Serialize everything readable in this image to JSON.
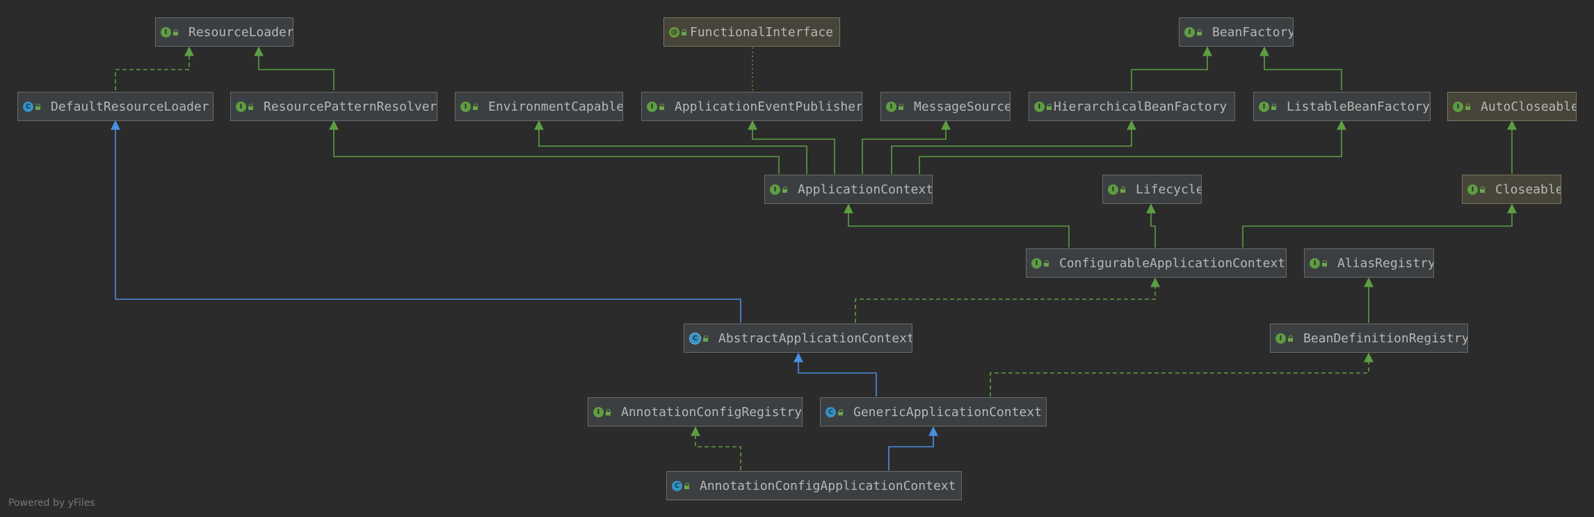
{
  "nodes": {
    "resource_loader": {
      "label": "ResourceLoader",
      "kind": "I"
    },
    "functional_interface": {
      "label": "FunctionalInterface",
      "kind": "@"
    },
    "bean_factory": {
      "label": "BeanFactory",
      "kind": "I"
    },
    "default_resource_loader": {
      "label": "DefaultResourceLoader",
      "kind": "C"
    },
    "resource_pattern_resolver": {
      "label": "ResourcePatternResolver",
      "kind": "I"
    },
    "environment_capable": {
      "label": "EnvironmentCapable",
      "kind": "I"
    },
    "application_event_publisher": {
      "label": "ApplicationEventPublisher",
      "kind": "I"
    },
    "message_source": {
      "label": "MessageSource",
      "kind": "I"
    },
    "hierarchical_bean_factory": {
      "label": "HierarchicalBeanFactory",
      "kind": "I"
    },
    "listable_bean_factory": {
      "label": "ListableBeanFactory",
      "kind": "I"
    },
    "auto_closeable": {
      "label": "AutoCloseable",
      "kind": "I"
    },
    "application_context": {
      "label": "ApplicationContext",
      "kind": "I"
    },
    "lifecycle": {
      "label": "Lifecycle",
      "kind": "I"
    },
    "closeable": {
      "label": "Closeable",
      "kind": "I"
    },
    "configurable_application_context": {
      "label": "ConfigurableApplicationContext",
      "kind": "I"
    },
    "alias_registry": {
      "label": "AliasRegistry",
      "kind": "I"
    },
    "abstract_application_context": {
      "label": "AbstractApplicationContext",
      "kind": "A"
    },
    "bean_definition_registry": {
      "label": "BeanDefinitionRegistry",
      "kind": "I"
    },
    "annotation_config_registry": {
      "label": "AnnotationConfigRegistry",
      "kind": "I"
    },
    "generic_application_context": {
      "label": "GenericApplicationContext",
      "kind": "C"
    },
    "annotation_config_application_context": {
      "label": "AnnotationConfigApplicationContext",
      "kind": "C"
    }
  },
  "badges": {
    "I": "I",
    "C": "C",
    "@": "@",
    "A": "C"
  },
  "footer": "Powered by yFiles",
  "colors": {
    "interface_edge": "#5e9e43",
    "class_edge": "#4a8ee4",
    "background": "#2b2b2b"
  }
}
